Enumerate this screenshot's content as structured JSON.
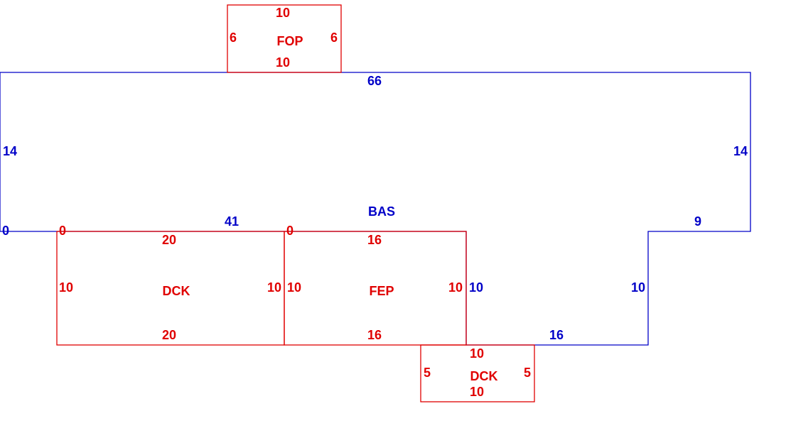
{
  "colors": {
    "red": "#e00000",
    "blue": "#0000c8",
    "background": "#ffffff"
  },
  "base": {
    "name": "BAS",
    "top": "66",
    "left": "14",
    "right": "14",
    "bottom_left_zero": "0",
    "bottom_left_run": "41",
    "right_step_top": "9",
    "right_step_side": "10",
    "bottom_run": "16",
    "notch_side": "10"
  },
  "fop": {
    "name": "FOP",
    "top": "10",
    "bottom": "10",
    "left": "6",
    "right": "6"
  },
  "dck_left": {
    "name": "DCK",
    "zero": "0",
    "top": "20",
    "bottom": "20",
    "left": "10",
    "right": "10"
  },
  "fep": {
    "name": "FEP",
    "zero": "0",
    "top": "16",
    "bottom": "16",
    "left": "10",
    "right": "10"
  },
  "dck_small": {
    "name": "DCK",
    "top": "10",
    "bottom": "10",
    "left": "5",
    "right": "5"
  }
}
